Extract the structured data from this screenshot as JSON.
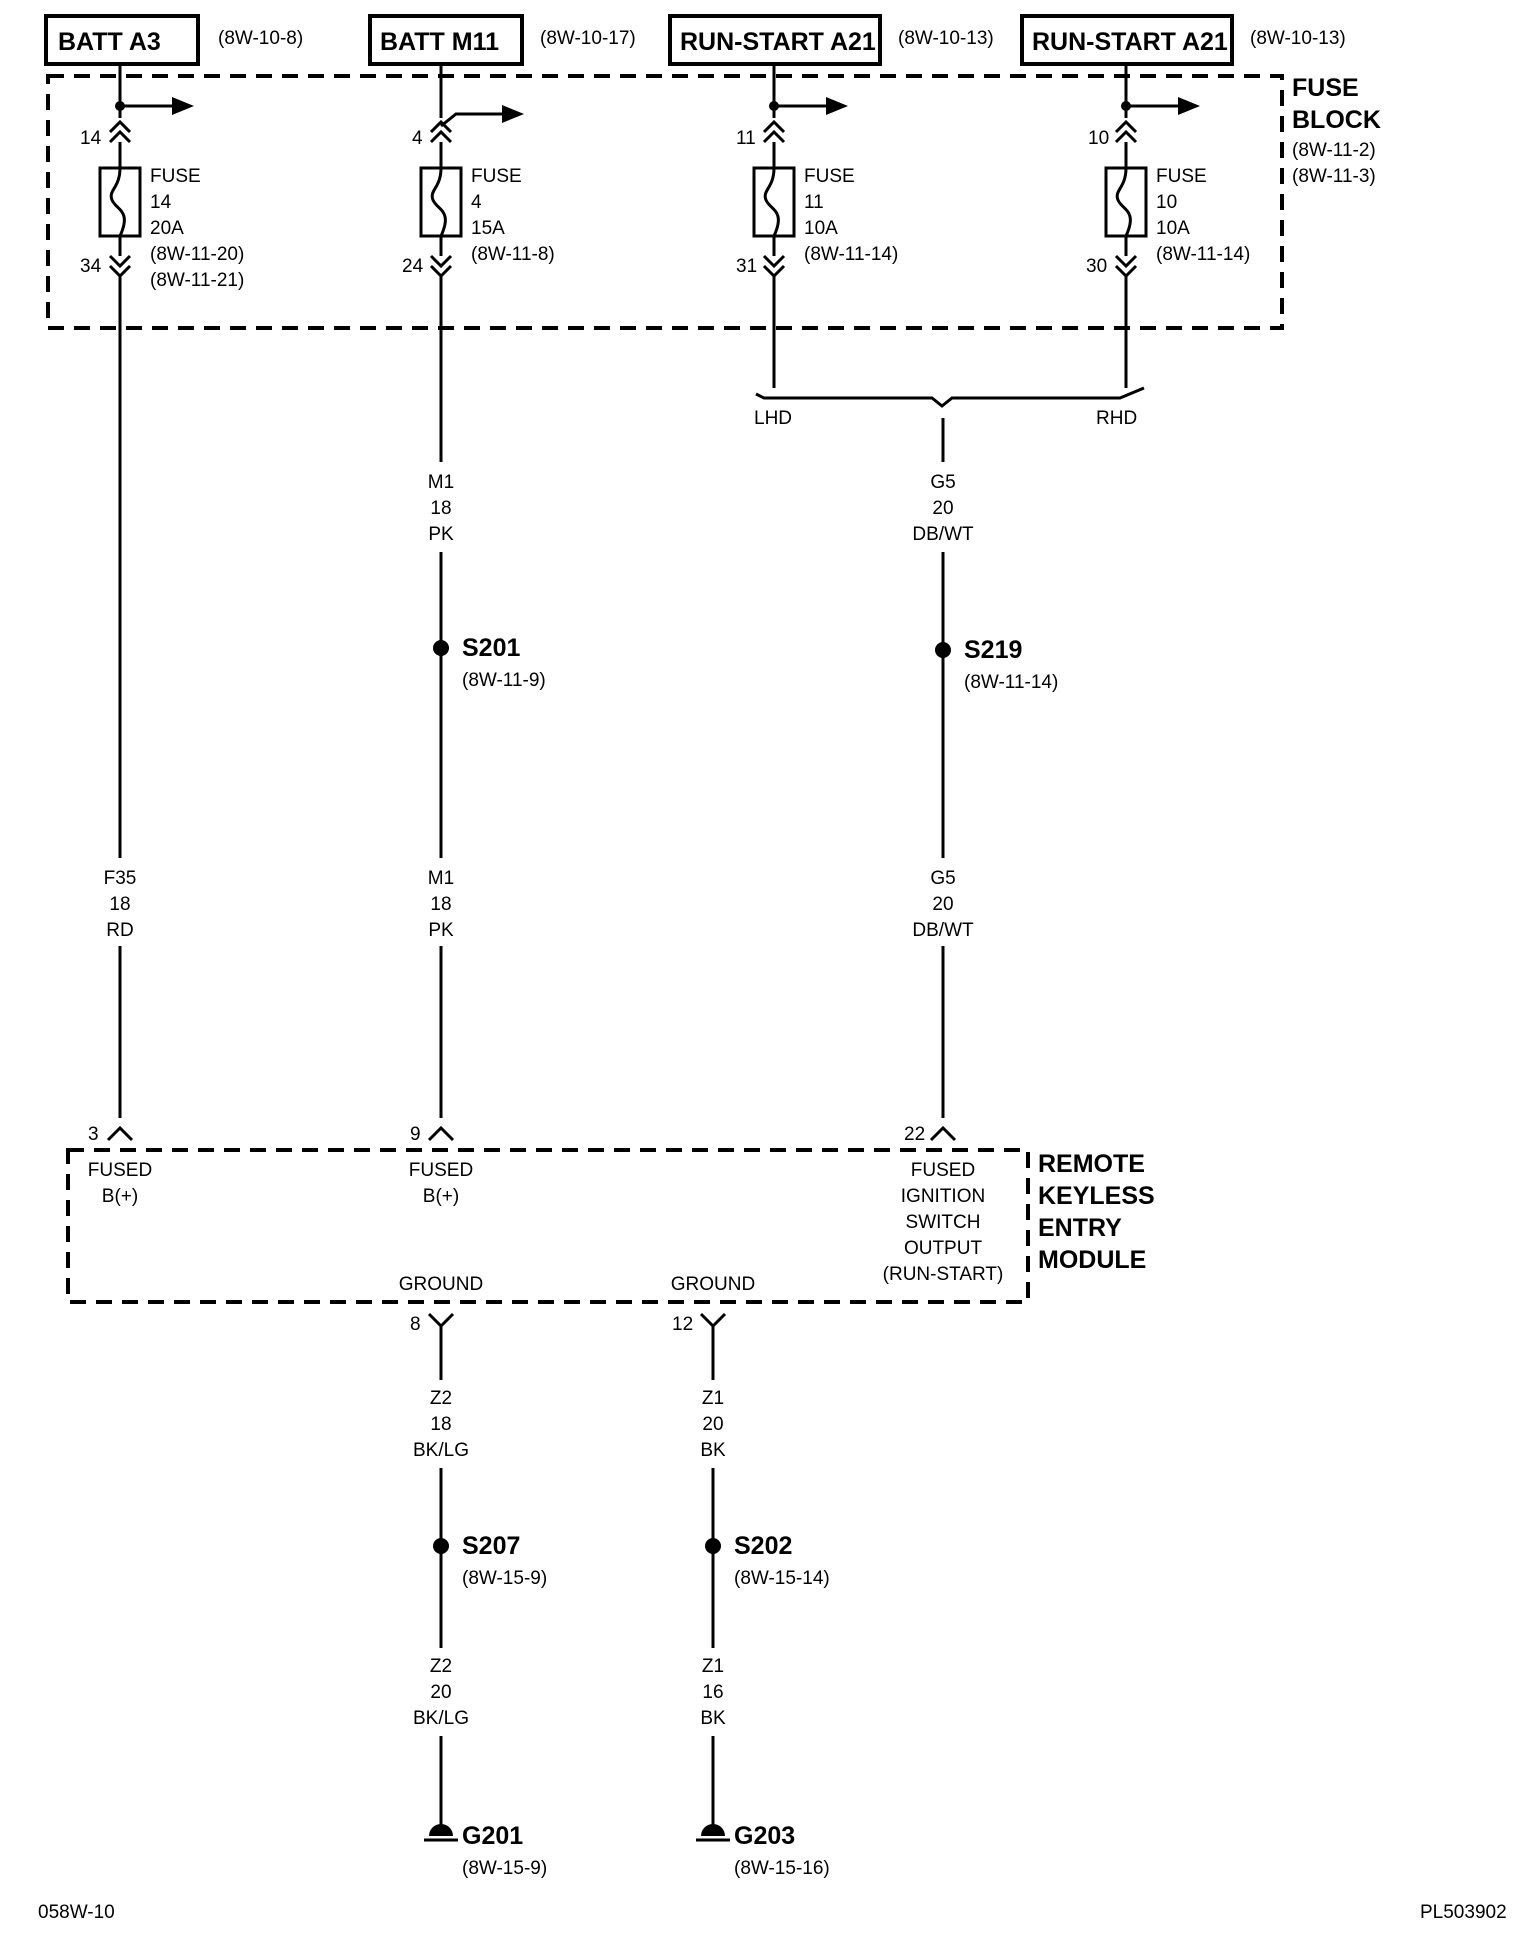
{
  "sources": [
    {
      "label": "BATT A3",
      "ref": "(8W-10-8)"
    },
    {
      "label": "BATT M11",
      "ref": "(8W-10-17)"
    },
    {
      "label": "RUN-START A21",
      "ref": "(8W-10-13)"
    },
    {
      "label": "RUN-START A21",
      "ref": "(8W-10-13)"
    }
  ],
  "fuse_block": {
    "title1": "FUSE",
    "title2": "BLOCK",
    "ref1": "(8W-11-2)",
    "ref2": "(8W-11-3)"
  },
  "fuses": [
    {
      "in_pin": "14",
      "out_pin": "34",
      "l1": "FUSE",
      "l2": "14",
      "l3": "20A",
      "l4": "(8W-11-20)",
      "l5": "(8W-11-21)"
    },
    {
      "in_pin": "4",
      "out_pin": "24",
      "l1": "FUSE",
      "l2": "4",
      "l3": "15A",
      "l4": "(8W-11-8)",
      "l5": ""
    },
    {
      "in_pin": "11",
      "out_pin": "31",
      "l1": "FUSE",
      "l2": "11",
      "l3": "10A",
      "l4": "(8W-11-14)",
      "l5": ""
    },
    {
      "in_pin": "10",
      "out_pin": "30",
      "l1": "FUSE",
      "l2": "10",
      "l3": "10A",
      "l4": "(8W-11-14)",
      "l5": ""
    }
  ],
  "lhd": "LHD",
  "rhd": "RHD",
  "wires": {
    "m1_top": {
      "c": "M1",
      "g": "18",
      "col": "PK"
    },
    "g5_top": {
      "c": "G5",
      "g": "20",
      "col": "DB/WT"
    },
    "f35": {
      "c": "F35",
      "g": "18",
      "col": "RD"
    },
    "m1_bot": {
      "c": "M1",
      "g": "18",
      "col": "PK"
    },
    "g5_bot": {
      "c": "G5",
      "g": "20",
      "col": "DB/WT"
    },
    "z2_top": {
      "c": "Z2",
      "g": "18",
      "col": "BK/LG"
    },
    "z1_top": {
      "c": "Z1",
      "g": "20",
      "col": "BK"
    },
    "z2_bot": {
      "c": "Z2",
      "g": "20",
      "col": "BK/LG"
    },
    "z1_bot": {
      "c": "Z1",
      "g": "16",
      "col": "BK"
    }
  },
  "splices": {
    "s201": {
      "name": "S201",
      "ref": "(8W-11-9)"
    },
    "s219": {
      "name": "S219",
      "ref": "(8W-11-14)"
    },
    "s207": {
      "name": "S207",
      "ref": "(8W-15-9)"
    },
    "s202": {
      "name": "S202",
      "ref": "(8W-15-14)"
    }
  },
  "grounds": {
    "g201": {
      "name": "G201",
      "ref": "(8W-15-9)"
    },
    "g203": {
      "name": "G203",
      "ref": "(8W-15-16)"
    }
  },
  "module": {
    "t1": "REMOTE",
    "t2": "KEYLESS",
    "t3": "ENTRY",
    "t4": "MODULE",
    "pins": {
      "p3": "3",
      "p9": "9",
      "p22": "22",
      "p8": "8",
      "p12": "12"
    },
    "fused1_a": "FUSED",
    "fused1_b": "B(+)",
    "fused2_a": "FUSED",
    "fused2_b": "B(+)",
    "ign1": "FUSED",
    "ign2": "IGNITION",
    "ign3": "SWITCH",
    "ign4": "OUTPUT",
    "ign5": "(RUN-START)",
    "gnd1": "GROUND",
    "gnd2": "GROUND"
  },
  "footer": {
    "left": "058W-10",
    "right": "PL503902"
  }
}
